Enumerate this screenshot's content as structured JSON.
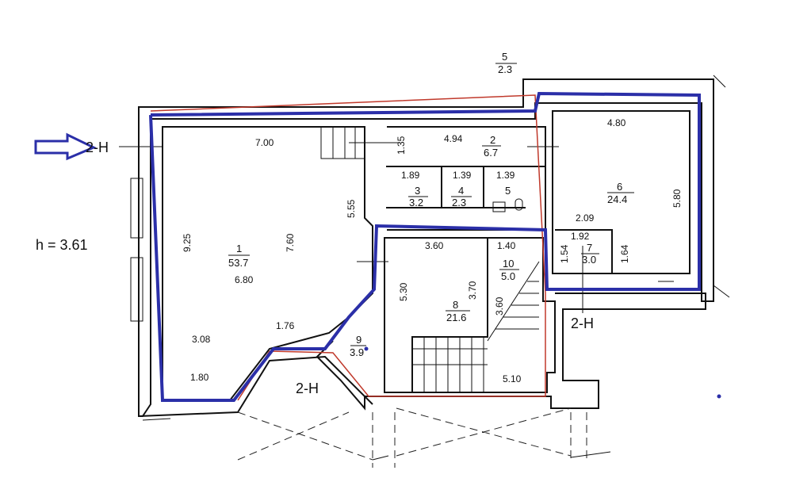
{
  "plan": {
    "ceiling_height": "h  =  3.61",
    "entrance_labels": [
      "2-H",
      "2-H",
      "2-H"
    ],
    "colors": {
      "outline": "#2b2fa8",
      "red_line": "#c0392b",
      "wall": "#111111"
    },
    "outside": {
      "number": "5",
      "area": "2.3"
    },
    "rooms": [
      {
        "number": "1",
        "area": "53.7",
        "dims": [
          "7.00",
          "5.55",
          "9.25",
          "7.60",
          "6.80",
          "3.08",
          "1.76",
          "1.80"
        ]
      },
      {
        "number": "2",
        "area": "6.7",
        "dims": [
          "1.35",
          "4.94"
        ]
      },
      {
        "number": "3",
        "area": "3.2",
        "dims": [
          "1.89"
        ]
      },
      {
        "number": "4",
        "area": "2.3",
        "dims": [
          "1.39"
        ]
      },
      {
        "number": "5",
        "area": "",
        "dims": [
          "1.39"
        ]
      },
      {
        "number": "6",
        "area": "24.4",
        "dims": [
          "4.80",
          "5.80",
          "2.09"
        ]
      },
      {
        "number": "7",
        "area": "3.0",
        "dims": [
          "1.92",
          "1.54",
          "1.64"
        ]
      },
      {
        "number": "8",
        "area": "21.6",
        "dims": [
          "3.60",
          "5.30",
          "3.70",
          "5.10"
        ]
      },
      {
        "number": "9",
        "area": "3.9",
        "dims": []
      },
      {
        "number": "10",
        "area": "5.0",
        "dims": [
          "1.40",
          "3.60"
        ]
      }
    ]
  }
}
